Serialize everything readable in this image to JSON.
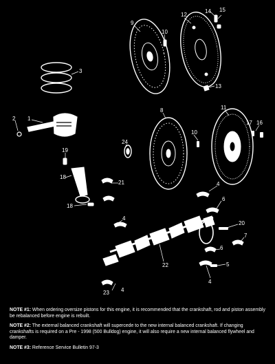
{
  "diagram": {
    "labels": {
      "p1": "1",
      "p2": "2",
      "p3": "3",
      "p4a": "4",
      "p4b": "4",
      "p4c": "4",
      "p4d": "4",
      "p5": "5",
      "p6a": "6",
      "p6b": "6",
      "p7": "7",
      "p8": "8",
      "p9": "9",
      "p10a": "10",
      "p10b": "10",
      "p11": "11",
      "p12": "12",
      "p13": "13",
      "p14": "14",
      "p15": "15",
      "p16": "16",
      "p17": "17",
      "p18a": "18",
      "p18b": "18",
      "p19": "19",
      "p20": "20",
      "p21": "21",
      "p22": "22",
      "p23": "23",
      "p24": "24"
    }
  },
  "notes": [
    {
      "title": "NOTE #1:",
      "text": " When ordering oversize pistons for this engine, it is recommended that the crankshaft, rod and piston assembly be rebalanced before engine is rebuilt."
    },
    {
      "title": "NOTE #2:",
      "text": " The external balanced crankshaft will supercede to the new internal balanced crankshaft. If changing crankshafts is required on a Pre - 1998 (500 Bulldog) engine, it will also require a new internal balanced flywheel and damper."
    },
    {
      "title": "NOTE #3:",
      "text": " Reference Service Bulletin 97-3"
    }
  ]
}
